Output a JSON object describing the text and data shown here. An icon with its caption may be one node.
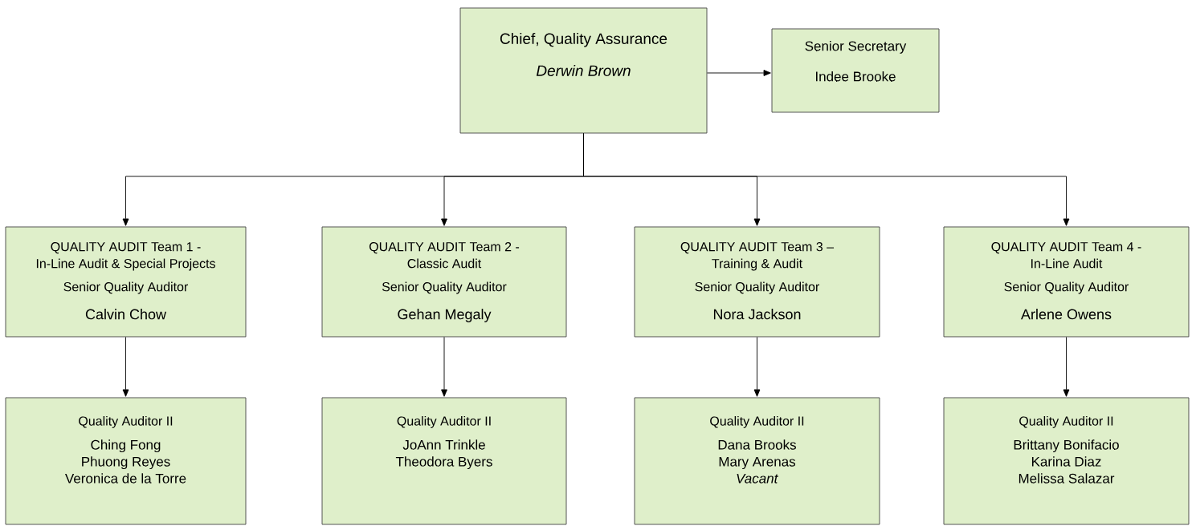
{
  "diagram": {
    "nodes": [
      {
        "text": [
          "Chief, Quality Assurance",
          "*Derwin Brown*"
        ]
      },
      {
        "text": [
          "Senior Secretary",
          "Indee Brooke"
        ]
      },
      {
        "text": [
          "QUALITY AUDIT Team 1 -",
          "In-Line Audit & Special Projects",
          "Senior Quality Auditor",
          "Calvin Chow"
        ]
      },
      {
        "text": [
          "QUALITY AUDIT Team 2 -",
          "Classic Audit",
          "Senior Quality Auditor",
          "Gehan Megaly"
        ]
      },
      {
        "text": [
          "QUALITY AUDIT Team 3 –",
          "Training & Audit",
          "Senior Quality Auditor",
          "Nora Jackson"
        ]
      },
      {
        "text": [
          "QUALITY AUDIT Team 4 -",
          "In-Line Audit",
          "Senior Quality Auditor",
          "Arlene Owens"
        ]
      },
      {
        "text": [
          "Quality Auditor II",
          "Ching Fong",
          "Phuong Reyes",
          "Veronica de la Torre"
        ]
      },
      {
        "text": [
          "Quality Auditor II",
          "JoAnn Trinkle",
          "Theodora Byers"
        ]
      },
      {
        "text": [
          "Quality Auditor II",
          "Dana Brooks",
          "Mary Arenas",
          "*Vacant*"
        ]
      },
      {
        "text": [
          "Quality Auditor II",
          "Brittany Bonifacio",
          "Karina Diaz",
          "Melissa Salazar"
        ]
      }
    ],
    "edges": [
      {
        "from": 0,
        "to": 1,
        "arrow": "to"
      },
      {
        "from": 0,
        "to": 2,
        "arrow": "to"
      },
      {
        "from": 0,
        "to": 3,
        "arrow": "to"
      },
      {
        "from": 0,
        "to": 4,
        "arrow": "to"
      },
      {
        "from": 0,
        "to": 5,
        "arrow": "to"
      },
      {
        "from": 2,
        "to": 6,
        "arrow": "to"
      },
      {
        "from": 3,
        "to": 7,
        "arrow": "to"
      },
      {
        "from": 4,
        "to": 8,
        "arrow": "to"
      },
      {
        "from": 5,
        "to": 9,
        "arrow": "to"
      }
    ]
  }
}
